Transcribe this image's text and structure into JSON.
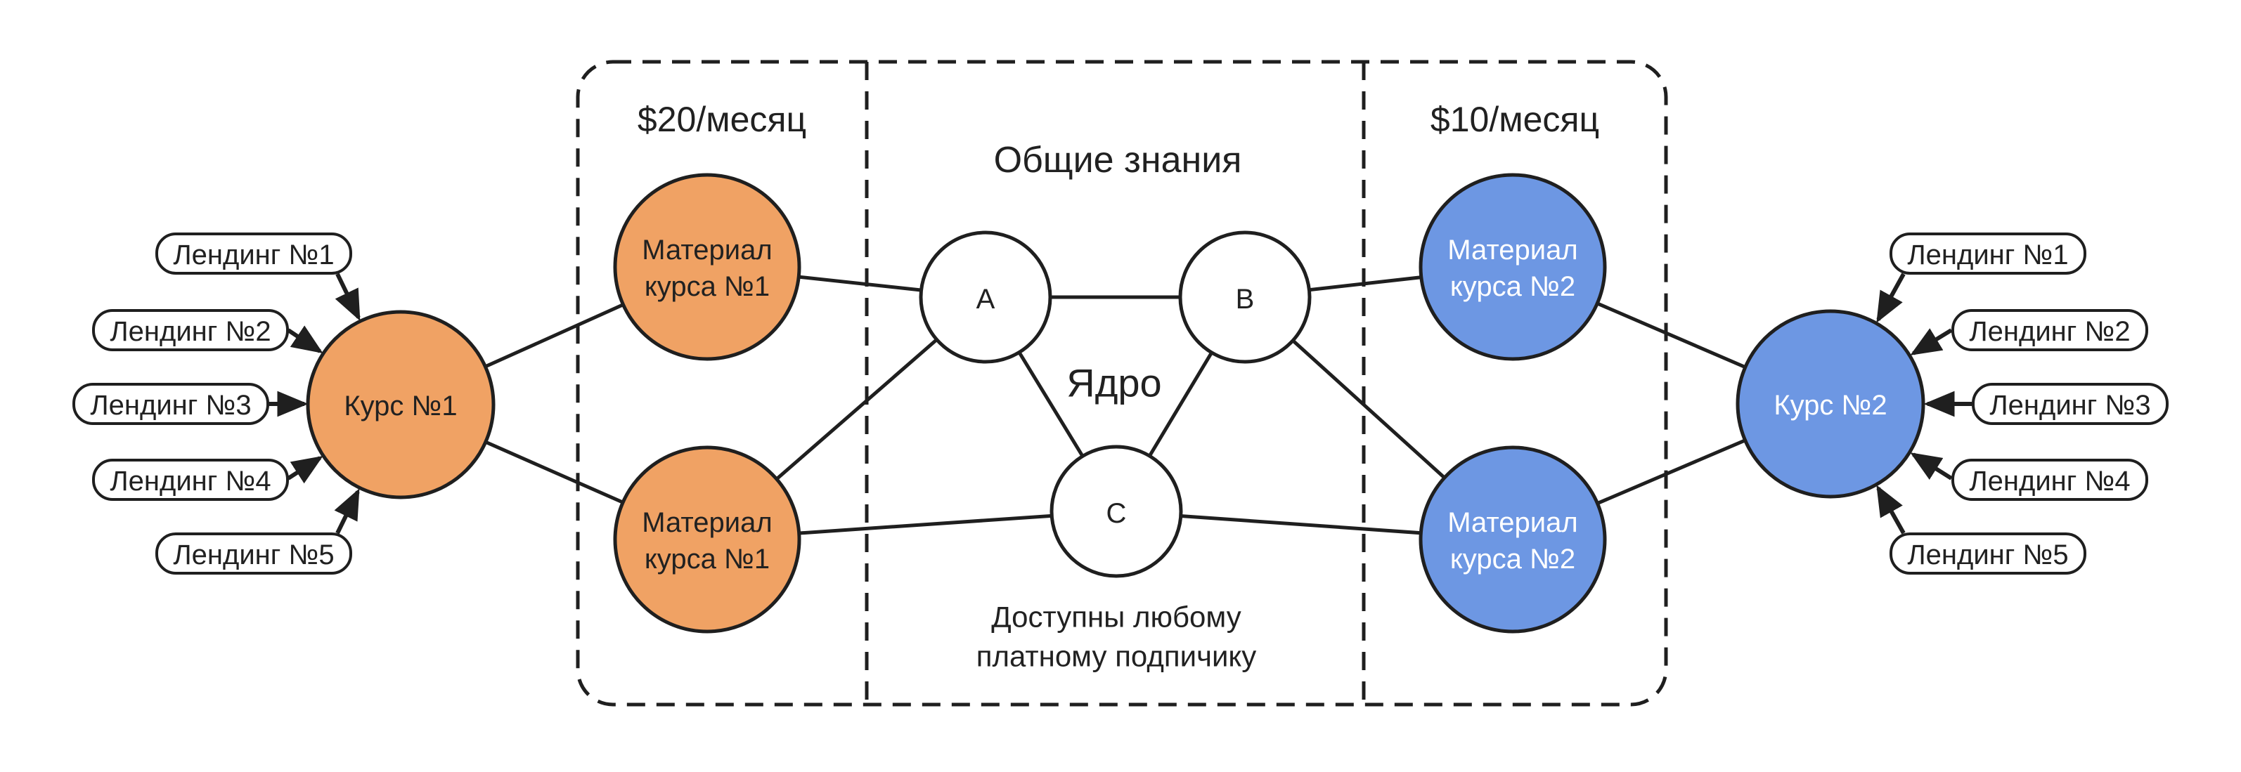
{
  "colors": {
    "orange": "#F0A264",
    "blue": "#6D97E3",
    "node_fill": "#FFFFFF",
    "stroke": "#1F1F1F"
  },
  "sections": {
    "left_price": "$20/месяц",
    "center_title": "Общие знания",
    "right_price": "$10/месяц",
    "core_label": "Ядро",
    "caption_line1": "Доступны любому",
    "caption_line2": "платному подпичику"
  },
  "courses": {
    "course1": "Курс №1",
    "course2": "Курс №2"
  },
  "materials": {
    "m1_line1": "Материал",
    "m1_line2": "курса №1",
    "m2_line1": "Материал",
    "m2_line2": "курса №2"
  },
  "core_nodes": {
    "a": "A",
    "b": "B",
    "c": "C"
  },
  "left_landings": [
    "Лендинг №1",
    "Лендинг №2",
    "Лендинг №3",
    "Лендинг №4",
    "Лендинг №5"
  ],
  "right_landings": [
    "Лендинг №1",
    "Лендинг №2",
    "Лендинг №3",
    "Лендинг №4",
    "Лендинг №5"
  ]
}
